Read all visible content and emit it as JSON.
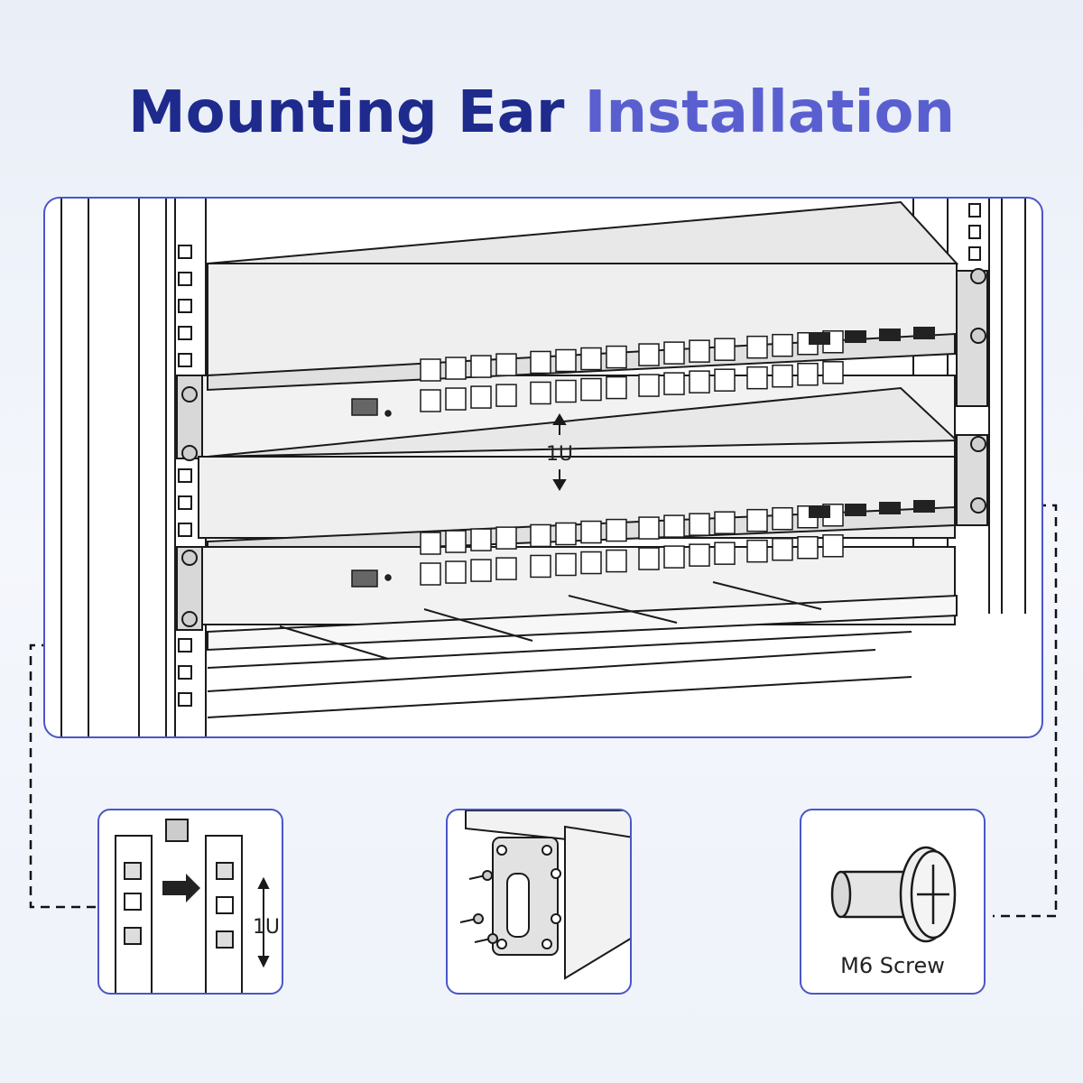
{
  "title": {
    "part1": "Mounting Ear",
    "part2": "Installation"
  },
  "rack_diagram": {
    "spacing_label": "1U"
  },
  "insets": {
    "cage_nut": {
      "spacing_label": "1U"
    },
    "bracket": {},
    "screw": {
      "label": "M6 Screw"
    }
  },
  "colors": {
    "title_dark": "#1e2a8c",
    "title_light": "#5a5fd0",
    "panel_border": "#4a56c8",
    "device_gray": "#e9e9e9"
  }
}
